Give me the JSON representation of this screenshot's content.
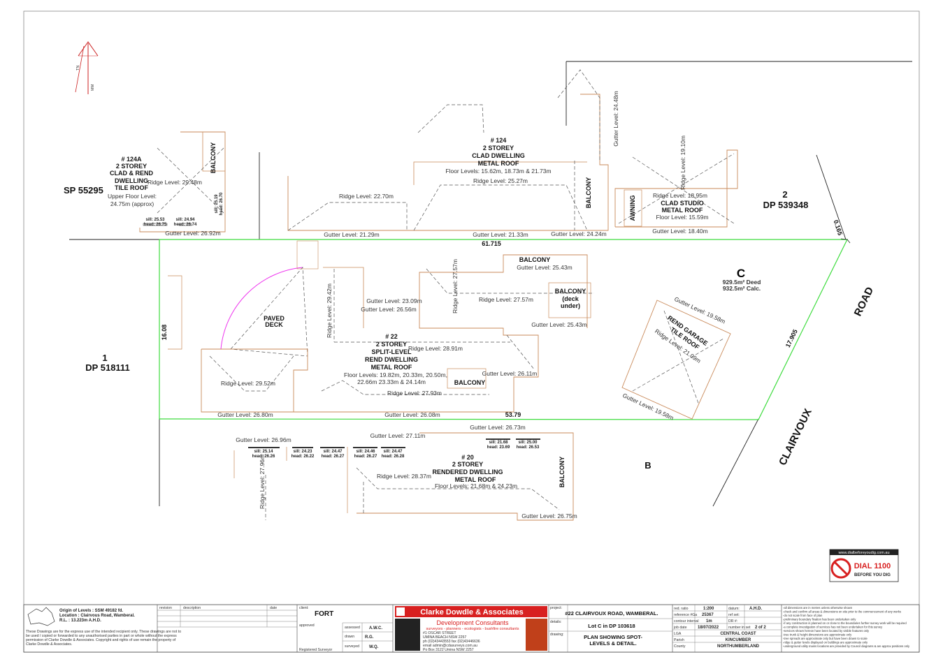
{
  "colors": {
    "boundary": "#3ddc3d",
    "building": "#c98a5a",
    "dashed": "#555555",
    "deck_arc": "#ee33ee",
    "brand_red": "#d82020",
    "north": "#cc2222"
  },
  "north": {
    "tn": "TN",
    "mm": "MM"
  },
  "lot_labels": {
    "sp": "SP 55295",
    "lot1_a": "1",
    "lot1_b": "DP 518111",
    "lot2_a": "2",
    "lot2_b": "DP 539348",
    "lotC": "C",
    "lotC_area1": "929.5m² Deed",
    "lotC_area2": "932.5m² Calc.",
    "lotB": "B"
  },
  "dims": {
    "d_61715": "61.715",
    "d_1608": "16.08",
    "d_5379": "53.79",
    "d_17905": "17.905",
    "d_0165": "0.165"
  },
  "roads": {
    "road": "ROAD",
    "clairvoux": "CLAIRVOUX"
  },
  "b124a": {
    "l1": "# 124A",
    "l2": "2 STOREY",
    "l3": "CLAD & REND",
    "l4": "DWELLING",
    "l5": "TILE ROOF",
    "l6": "Upper Floor Level:",
    "l7": "24.75m (approx)",
    "balcony": "BALCONY",
    "ridge": "Ridge Level: 29.48m",
    "sill_right": "sill: 25.19",
    "head_right": "head: 26.70",
    "sill1": "sill: 25.53",
    "head1": "head: 26.75",
    "sill2": "sill: 24.94",
    "head2": "head: 26.74",
    "gutter": "Gutter Level: 26.92m"
  },
  "b124": {
    "l1": "# 124",
    "l2": "2 STOREY",
    "l3": "CLAD DWELLING",
    "l4": "METAL ROOF",
    "l5": "Floor Levels: 15.62m, 18.73m & 21.73m",
    "ridge1": "Ridge Level: 25.27m",
    "ridge2": "Ridge Level: 22.70m",
    "gutter_vert": "Gutter Level: 24.48m",
    "balcony": "BALCONY",
    "gutter1": "Gutter Level: 21.29m",
    "gutter2": "Gutter Level: 21.33m",
    "gutter3": "Gutter Level: 24.24m"
  },
  "studio": {
    "ridge_vert": "Ridge Level: 19.10m",
    "awning": "AWNING",
    "ridge": "Ridge Level: 18.95m",
    "l1": "CLAD STUDIO",
    "l2": "METAL ROOF",
    "l3": "Floor Level: 15.59m",
    "gutter": "Gutter Level: 18.40m"
  },
  "b22": {
    "paved1": "PAVED",
    "paved2": "DECK",
    "ridge_vert1": "Ridge Level: 29.42m",
    "ridge_vert2": "Ridge Level: 27.57m",
    "balcony_top": "BALCONY",
    "gutter_top": "Gutter Level: 25.43m",
    "gutter_a": "Gutter Level: 23.09m",
    "gutter_b": "Gutter Level: 26.56m",
    "ridge_mid": "Ridge Level: 27.57m",
    "balcony_deck": "BALCONY",
    "deck1": "(deck",
    "deck2": "under)",
    "gutter_c": "Gutter Level: 25.43m",
    "l1": "# 22",
    "l2": "2 STOREY",
    "l3": "SPLIT-LEVEL",
    "l4": "REND DWELLING",
    "l5": "METAL ROOF",
    "ridge_main": "Ridge Level: 28.91m",
    "floors1": "Floor Levels: 19.82m, 20.33m, 20.50m,",
    "floors2": "22.66m 23.33m & 24.14m",
    "balcony_low": "BALCONY",
    "gutter_d": "Gutter Level: 26.11m",
    "ridge_left": "Ridge Level: 29.52m",
    "ridge_low": "Ridge Level: 27.93m",
    "gutter_e": "Gutter Level: 26.80m",
    "gutter_f": "Gutter Level: 26.08m"
  },
  "garage": {
    "gutter1": "Gutter Level: 19.58m",
    "l1": "REND GARAGE",
    "l2": "TILE ROOF",
    "ridge": "Ridge Level: 21.09m",
    "gutter2": "Gutter Level: 19.58m"
  },
  "b20": {
    "gutter_top": "Gutter Level: 26.73m",
    "gutter_a": "Gutter Level: 27.11m",
    "gutter_b": "Gutter Level: 26.96m",
    "sill_a": "sill: 21.68",
    "head_a": "head: 23.69",
    "sill_b": "sill: 25.00",
    "head_b": "head: 26.53",
    "sill1": "sill: 25.14",
    "head1": "head: 26.26",
    "sill2": "sill: 24.23",
    "head2": "head: 26.22",
    "sill3": "sill: 24.47",
    "head3": "head: 26.27",
    "sill4": "sill: 24.46",
    "head4": "head: 26.27",
    "sill5": "sill: 24.47",
    "head5": "head: 26.28",
    "l1": "# 20",
    "l2": "2 STOREY",
    "l3": "RENDERED DWELLING",
    "l4": "METAL ROOF",
    "ridge": "Ridge Level: 28.37m",
    "floors": "Floor Levels: 21.68m & 24.23m",
    "ridge_vert": "Ridge Level: 27.96m",
    "balcony": "BALCONY",
    "gutter_low": "Gutter Level: 26.75m"
  },
  "dial": {
    "url": "www.dialbeforeyoudig.com.au",
    "title": "DIAL 1100",
    "sub": "BEFORE YOU DIG"
  },
  "title_block": {
    "origin1": "Origin of Levels : SSM 49182 fd.",
    "origin2": "Location : Clairvous Road, Wamberal.",
    "origin3": "R.L. :      13.223m A.H.D.",
    "disclaimer": [
      "These Drawings are for the express use of the intended recipient only. These drawings are not to",
      "be used / copied or forwarded to any unauthorised parties in part or whole without the express",
      "permission of Clarke Dowdle & Associates. Copyright and rights of use remain the property of",
      "Clarke Dowdle & Associates."
    ],
    "rev_h": "revision",
    "desc_h": "description",
    "date_h": "date",
    "approved": "approved",
    "reg_surveyor": "Registered Surveyor",
    "client_h": "client:",
    "client": "FORT",
    "assessed_h": "assessed",
    "assessed": "A.W.C.",
    "drawn_h": "drawn",
    "drawn": "R.G.",
    "surveyed_h": "surveyed",
    "surveyed": "W.Q.",
    "company": "Clarke Dowdle & Associates",
    "dev": "Development Consultants",
    "dev_sub": "surveyors - planners - ecologists - bushfire consultants",
    "addr": [
      "#1 OSCAR STREET",
      "UMINA BEACH  NSW  2257",
      "ph (02)43443553  fax (02)43446636",
      "email admin@cdasurveys.com.au",
      "Po Box 3122 Umina NSW 2257"
    ],
    "project_h": "project:",
    "project": "#22 CLAIRVOUX ROAD, WAMBERAL.",
    "details_h": "details:",
    "details": "Lot C in DP 103618",
    "drawing_h": "drawing:",
    "drawing1": "PLAN SHOWING SPOT-",
    "drawing2": "LEVELS & DETAIL.",
    "red_ratio_h": "red. ratio",
    "red_ratio": "1:200",
    "datum_h": "datum:",
    "datum": "A.H.D.",
    "ref_h": "reference #Ga",
    "ref": "25367",
    "refset_h": "ref set:",
    "refset": "",
    "contour_h": "contour interval",
    "contour": "1m",
    "dr_h": "DR #:",
    "dr": "",
    "jobdate_h": "job date",
    "jobdate": "18/07/2022",
    "numset_h": "number in set",
    "numset": "2 of 2",
    "lga_h": "LGA",
    "lga": "CENTRAL COAST",
    "parish_h": "Parish",
    "parish": "KINCUMBER",
    "county_h": "County",
    "county": "NORTHUMBERLAND",
    "notes": [
      "-all dimensions are in metres unless otherwise shown",
      "-check and confirm all areas & dimensions on site prior to the commencement of any works",
      "-do not scale from face of plan",
      "-preliminary boundary fixation has been undertaken only",
      "-if any construction is planned on or close to the boundaries further survey work will be required",
      "-a complete investigation of services has not been undertaken for this survey",
      "-services shown hereon have been located by visible features only",
      "-tree trunk & height dimensions are approximate only",
      "-tree spreads are approximate only but have been drawn to scale",
      "-ridge & gutter levels displayed on buildings are approximate only",
      "-underground utility mains locations are provided by Council diagrams & are approx positions only"
    ]
  }
}
